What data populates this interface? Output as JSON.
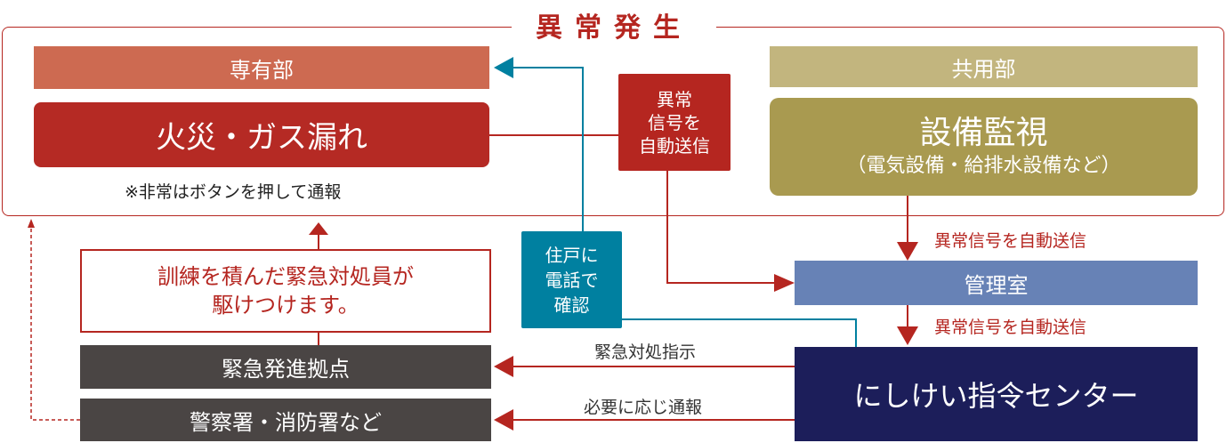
{
  "title": "異常発生",
  "private_area": {
    "header": "専有部",
    "event": "火災・ガス漏れ",
    "note": "※非常はボタンを押して通報"
  },
  "auto_signal_box": {
    "lines": [
      "異常",
      "信号を",
      "自動送信"
    ]
  },
  "common_area": {
    "header": "共用部",
    "event": "設備監視",
    "event_sub": "（電気設備・給排水設備など）"
  },
  "phone_confirm_box": {
    "lines": [
      "住戸に",
      "電話で",
      "確認"
    ]
  },
  "management_room": "管理室",
  "command_center": "にしけい指令センター",
  "signal_label_1": "異常信号を自動送信",
  "signal_label_2": "異常信号を自動送信",
  "responders": {
    "lines": [
      "訓練を積んだ緊急対処員が",
      "駆けつけます。"
    ]
  },
  "dispatch_base": "緊急発進拠点",
  "police_fire": "警察署・消防署など",
  "instruction_label": "緊急対処指示",
  "report_label": "必要に応じ通報",
  "colors": {
    "red": "#b52620",
    "teal": "#0080a0",
    "olive": "#a99a50",
    "navy": "#1c1e5a",
    "gray": "#4a4544"
  }
}
